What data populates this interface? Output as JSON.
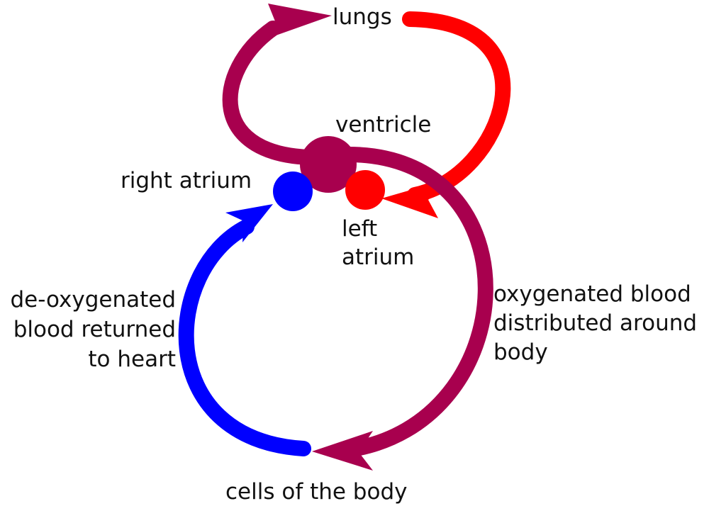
{
  "labels": {
    "lungs": "lungs",
    "ventricle": "ventricle",
    "right_atrium": "right atrium",
    "left_atrium_1": "left",
    "left_atrium_2": "atrium",
    "deoxy_1": "de-oxygenated",
    "deoxy_2": "blood returned",
    "deoxy_3": "to heart",
    "oxy_1": "oxygenated blood",
    "oxy_2": "distributed around",
    "oxy_3": "body",
    "cells": "cells of the body"
  },
  "colors": {
    "oxygenated": "#ff0000",
    "deoxygenated": "#0000ff",
    "mixed": "#a8004e",
    "text": "#111111",
    "background": "#ffffff"
  }
}
